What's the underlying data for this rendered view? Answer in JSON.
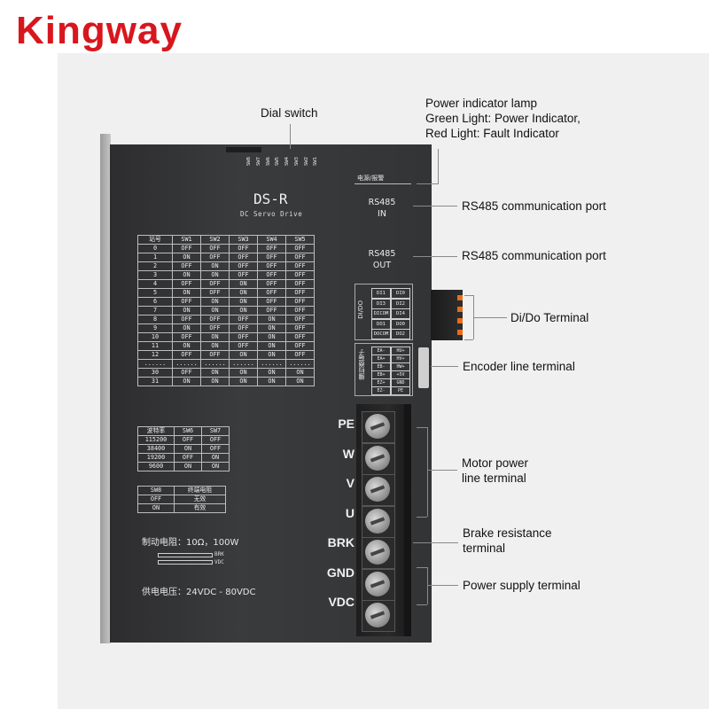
{
  "brand": "Kingway",
  "device": {
    "model": "DS-R",
    "subtitle": "DC Servo Drive",
    "dip_switches": [
      "SW8",
      "SW7",
      "SW6",
      "SW5",
      "SW4",
      "SW3",
      "SW2",
      "SW1"
    ],
    "power_alarm_label": "电源/报警",
    "rs485_in": [
      "RS485",
      "IN"
    ],
    "rs485_out": [
      "RS485",
      "OUT"
    ],
    "dido_label": "DI/DO",
    "dido_cells": [
      "DI1",
      "DI0",
      "DI3",
      "DI2",
      "DICOM",
      "DI4",
      "DO1",
      "DO0",
      "DOCOM",
      "DO2"
    ],
    "encoder_label": "编码器端子",
    "encoder_cells": [
      "EA-",
      "HU+",
      "EA+",
      "HV+",
      "EB-",
      "HW+",
      "EB+",
      "+5V",
      "EZ+",
      "GND",
      "EZ-",
      "PE"
    ],
    "terminals": [
      "PE",
      "W",
      "V",
      "U",
      "BRK",
      "GND",
      "VDC"
    ],
    "brake_text": "制动电阻：10Ω，100W",
    "wire_labels": [
      "BRK",
      "VDC"
    ],
    "supply_text": "供电电压：24VDC - 80VDC",
    "station_table": {
      "headers": [
        "站号",
        "SW1",
        "SW2",
        "SW3",
        "SW4",
        "SW5"
      ],
      "rows": [
        [
          "0",
          "OFF",
          "OFF",
          "OFF",
          "OFF",
          "OFF"
        ],
        [
          "1",
          "ON",
          "OFF",
          "OFF",
          "OFF",
          "OFF"
        ],
        [
          "2",
          "OFF",
          "ON",
          "OFF",
          "OFF",
          "OFF"
        ],
        [
          "3",
          "ON",
          "ON",
          "OFF",
          "OFF",
          "OFF"
        ],
        [
          "4",
          "OFF",
          "OFF",
          "ON",
          "OFF",
          "OFF"
        ],
        [
          "5",
          "ON",
          "OFF",
          "ON",
          "OFF",
          "OFF"
        ],
        [
          "6",
          "OFF",
          "ON",
          "ON",
          "OFF",
          "OFF"
        ],
        [
          "7",
          "ON",
          "ON",
          "ON",
          "OFF",
          "OFF"
        ],
        [
          "8",
          "OFF",
          "OFF",
          "OFF",
          "ON",
          "OFF"
        ],
        [
          "9",
          "ON",
          "OFF",
          "OFF",
          "ON",
          "OFF"
        ],
        [
          "10",
          "OFF",
          "ON",
          "OFF",
          "ON",
          "OFF"
        ],
        [
          "11",
          "ON",
          "ON",
          "OFF",
          "ON",
          "OFF"
        ],
        [
          "12",
          "OFF",
          "OFF",
          "ON",
          "ON",
          "OFF"
        ],
        [
          "......",
          "......",
          "......",
          "......",
          "......",
          "......"
        ],
        [
          "30",
          "OFF",
          "ON",
          "ON",
          "ON",
          "ON"
        ],
        [
          "31",
          "ON",
          "ON",
          "ON",
          "ON",
          "ON"
        ]
      ]
    },
    "baud_table": {
      "headers": [
        "波特率",
        "SW6",
        "SW7"
      ],
      "rows": [
        [
          "115200",
          "OFF",
          "OFF"
        ],
        [
          "38400",
          "ON",
          "OFF"
        ],
        [
          "19200",
          "OFF",
          "ON"
        ],
        [
          "9600",
          "ON",
          "ON"
        ]
      ]
    },
    "term_table": {
      "headers": [
        "SW8",
        "终端电阻"
      ],
      "rows": [
        [
          "OFF",
          "无效"
        ],
        [
          "ON",
          "有效"
        ]
      ]
    }
  },
  "callouts": {
    "dial_switch": "Dial switch",
    "power_lamp": [
      "Power indicator lamp",
      "Green Light: Power Indicator,",
      "Red Light: Fault Indicator"
    ],
    "rs485_in": "RS485 communication port",
    "rs485_out": "RS485 communication port",
    "dido": "Di/Do Terminal",
    "encoder": "Encoder line terminal",
    "motor_power": [
      "Motor power",
      "line terminal"
    ],
    "brake": [
      "Brake resistance",
      "terminal"
    ],
    "power_supply": "Power supply terminal"
  }
}
